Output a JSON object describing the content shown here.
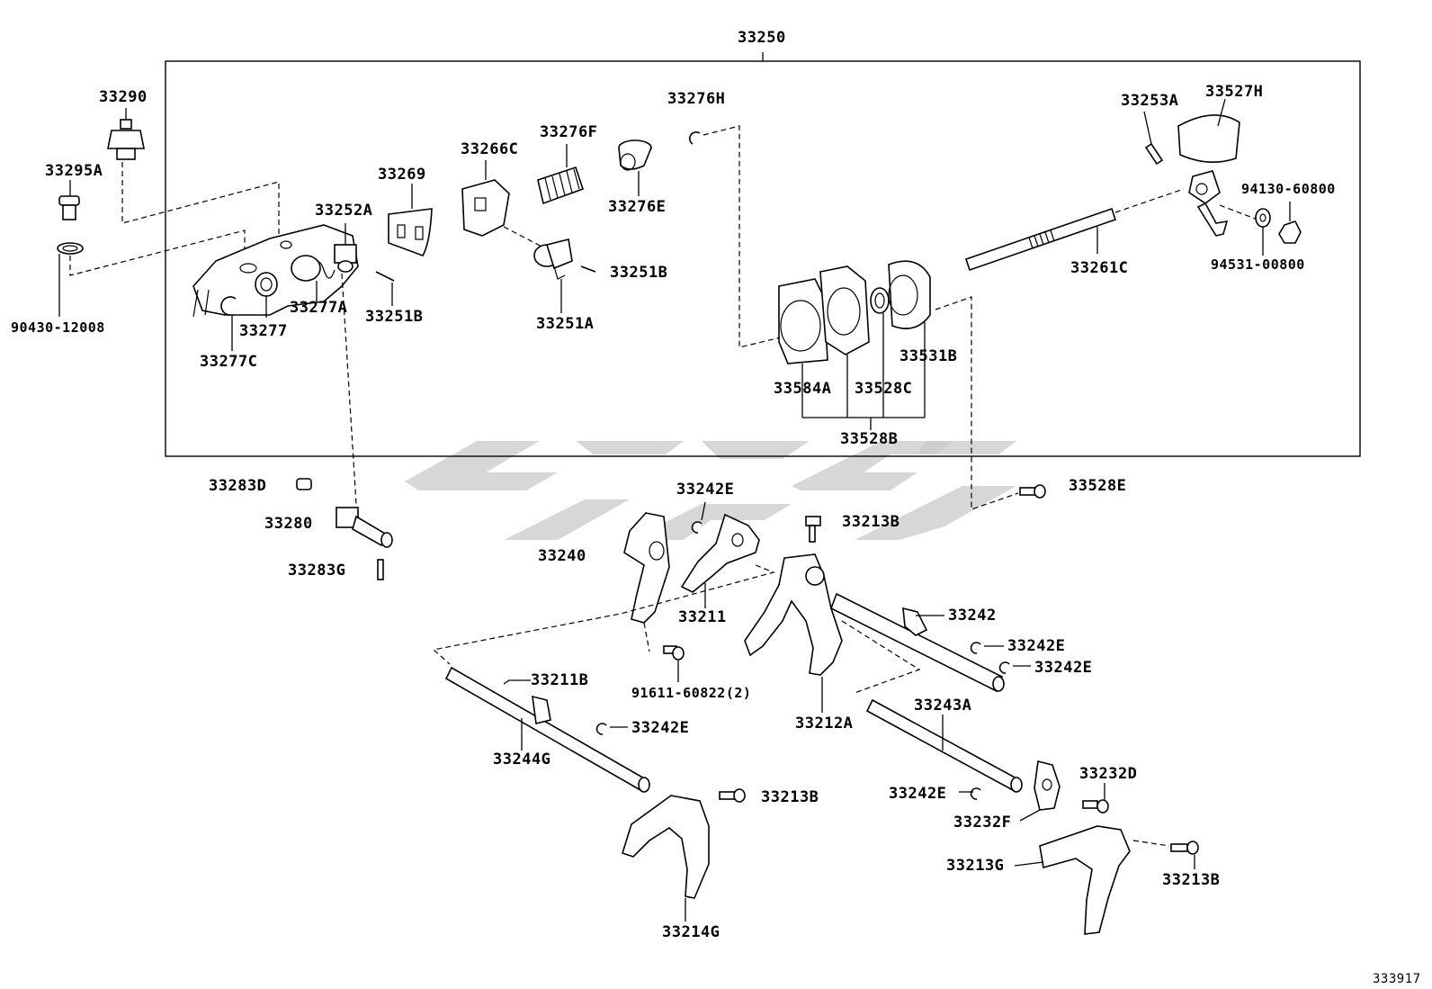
{
  "diagram": {
    "assembly_label": "33250",
    "drawing_number": "333917",
    "callouts": [
      {
        "id": "33250",
        "text": "33250"
      },
      {
        "id": "33290",
        "text": "33290"
      },
      {
        "id": "33295A",
        "text": "33295A"
      },
      {
        "id": "90430-12008",
        "text": "90430-12008"
      },
      {
        "id": "33269",
        "text": "33269"
      },
      {
        "id": "33252A",
        "text": "33252A"
      },
      {
        "id": "33277A",
        "text": "33277A"
      },
      {
        "id": "33277",
        "text": "33277"
      },
      {
        "id": "33277C",
        "text": "33277C"
      },
      {
        "id": "33251B-a",
        "text": "33251B"
      },
      {
        "id": "33266C",
        "text": "33266C"
      },
      {
        "id": "33276F",
        "text": "33276F"
      },
      {
        "id": "33276E",
        "text": "33276E"
      },
      {
        "id": "33251B-b",
        "text": "33251B"
      },
      {
        "id": "33251A",
        "text": "33251A"
      },
      {
        "id": "33276H",
        "text": "33276H"
      },
      {
        "id": "33253A",
        "text": "33253A"
      },
      {
        "id": "33527H",
        "text": "33527H"
      },
      {
        "id": "94130-60800",
        "text": "94130-60800"
      },
      {
        "id": "94531-00800",
        "text": "94531-00800"
      },
      {
        "id": "33261C",
        "text": "33261C"
      },
      {
        "id": "33531B",
        "text": "33531B"
      },
      {
        "id": "33584A",
        "text": "33584A"
      },
      {
        "id": "33528C",
        "text": "33528C"
      },
      {
        "id": "33528B",
        "text": "33528B"
      },
      {
        "id": "33283D",
        "text": "33283D"
      },
      {
        "id": "33280",
        "text": "33280"
      },
      {
        "id": "33283G",
        "text": "33283G"
      },
      {
        "id": "33242E-a",
        "text": "33242E"
      },
      {
        "id": "33213B-a",
        "text": "33213B"
      },
      {
        "id": "33528E",
        "text": "33528E"
      },
      {
        "id": "33240",
        "text": "33240"
      },
      {
        "id": "33211",
        "text": "33211"
      },
      {
        "id": "33242",
        "text": "33242"
      },
      {
        "id": "33242E-b",
        "text": "33242E"
      },
      {
        "id": "33242E-c",
        "text": "33242E"
      },
      {
        "id": "33211B",
        "text": "33211B"
      },
      {
        "id": "91611-60822",
        "text": "91611-60822(2)"
      },
      {
        "id": "33212A",
        "text": "33212A"
      },
      {
        "id": "33243A",
        "text": "33243A"
      },
      {
        "id": "33242E-d",
        "text": "33242E"
      },
      {
        "id": "33244G",
        "text": "33244G"
      },
      {
        "id": "33213B-b",
        "text": "33213B"
      },
      {
        "id": "33242E-e",
        "text": "33242E"
      },
      {
        "id": "33232D",
        "text": "33232D"
      },
      {
        "id": "33232F",
        "text": "33232F"
      },
      {
        "id": "33213G",
        "text": "33213G"
      },
      {
        "id": "33213B-c",
        "text": "33213B"
      },
      {
        "id": "33214G",
        "text": "33214G"
      }
    ]
  }
}
